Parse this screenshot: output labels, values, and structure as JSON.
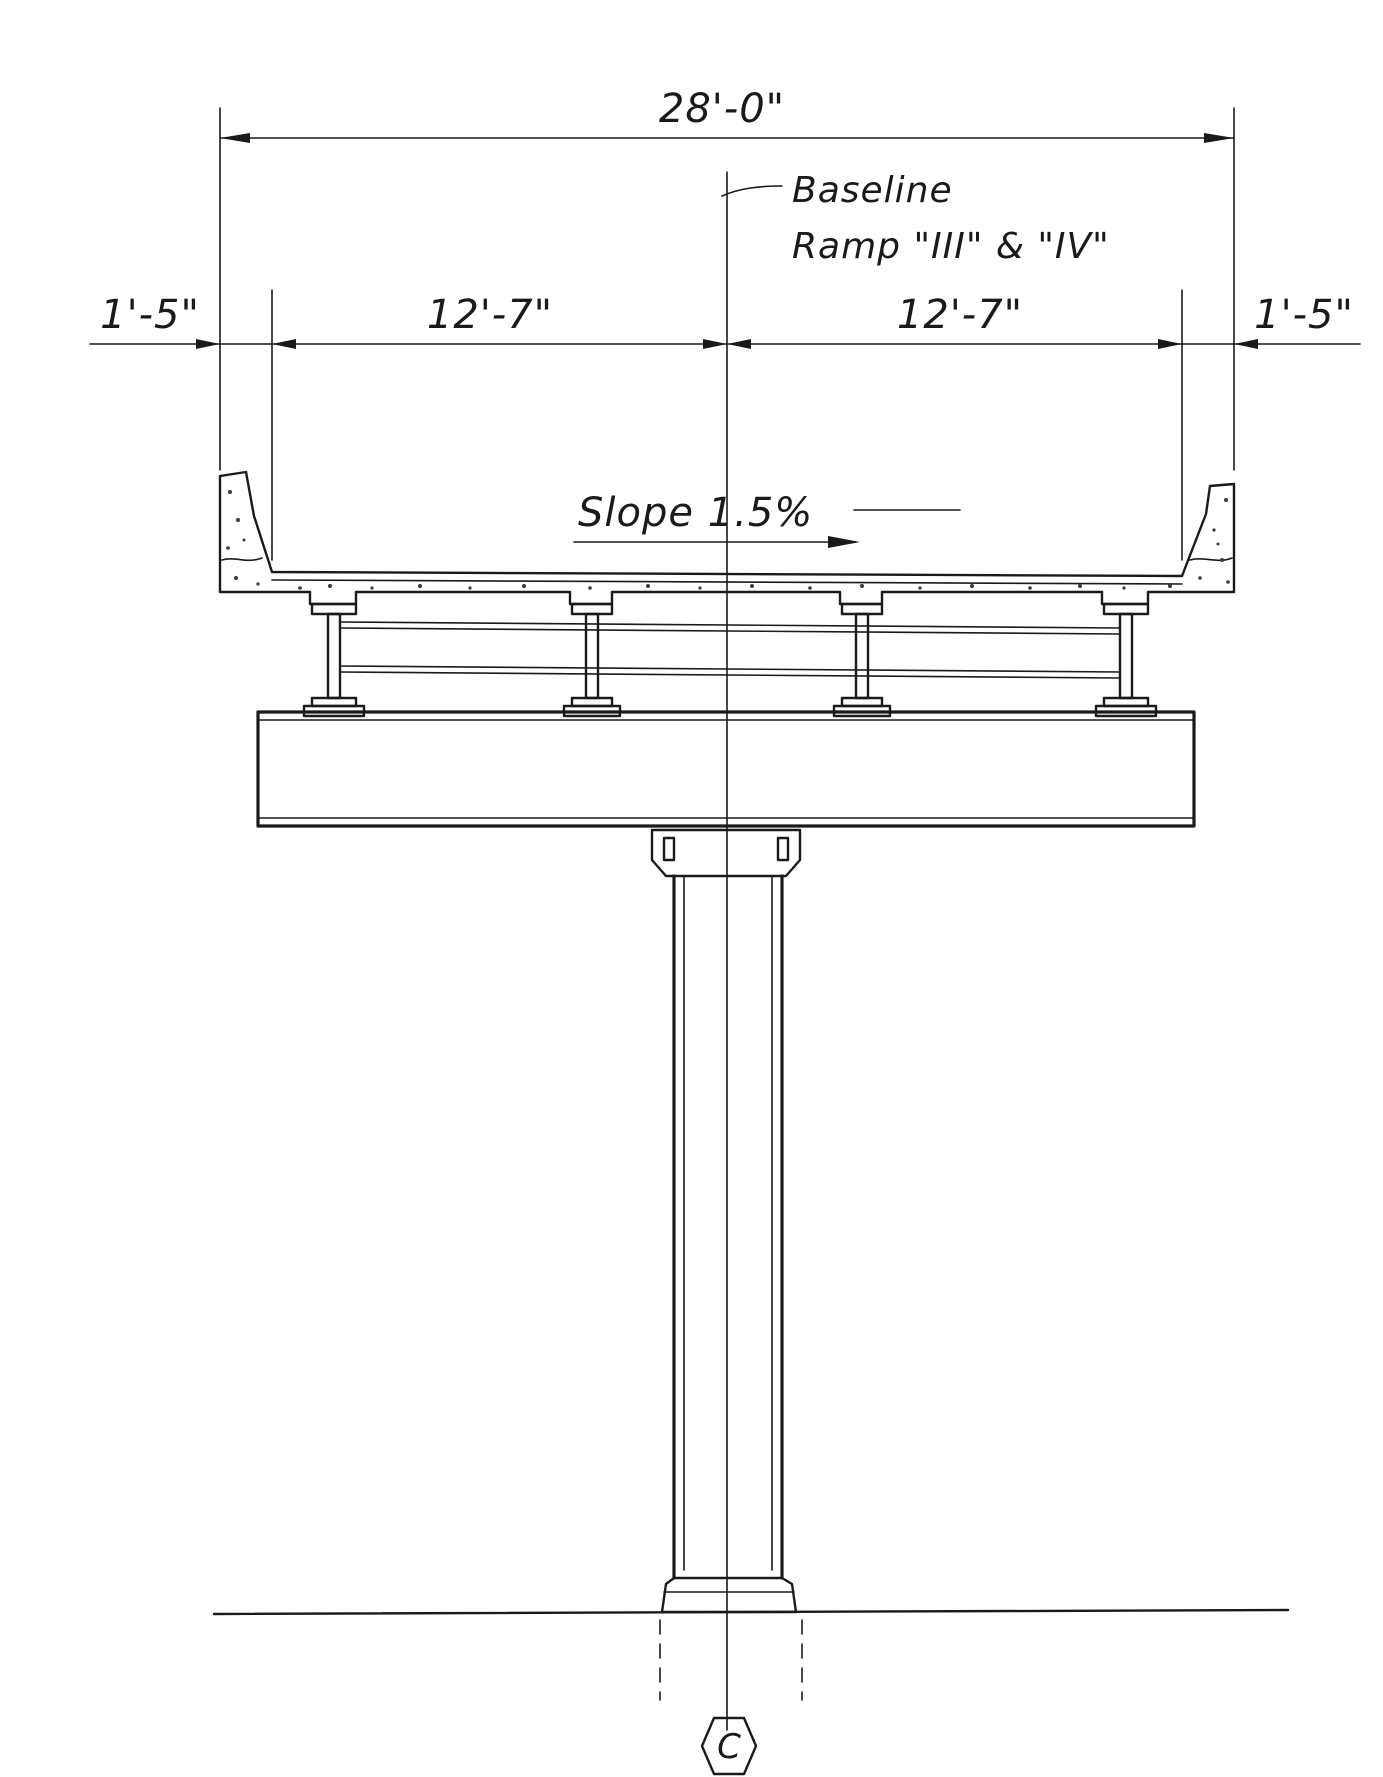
{
  "dimensions": {
    "overall": "28'-0\"",
    "left_overhang": "1'-5\"",
    "left_lane": "12'-7\"",
    "right_lane": "12'-7\"",
    "right_overhang": "1'-5\""
  },
  "baseline_note": {
    "line1": "Baseline",
    "line2": "Ramp \"III\" & \"IV\""
  },
  "slope_label": "Slope 1.5%",
  "section_tag": "C"
}
